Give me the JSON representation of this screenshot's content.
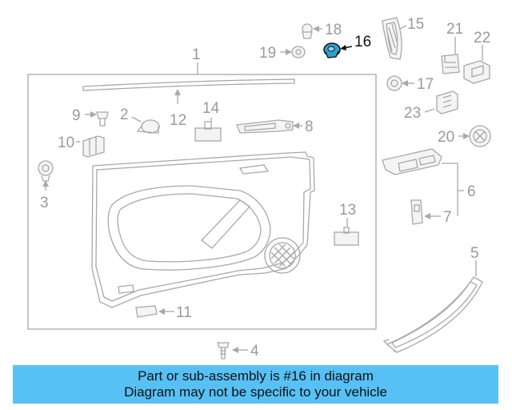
{
  "diagram": {
    "highlight": "16",
    "callouts": [
      "1",
      "2",
      "3",
      "4",
      "5",
      "6",
      "7",
      "8",
      "9",
      "10",
      "11",
      "12",
      "13",
      "14",
      "15",
      "16",
      "17",
      "18",
      "19",
      "20",
      "21",
      "22",
      "23"
    ]
  },
  "banner": {
    "line1": "Part or sub-assembly is #16 in diagram",
    "line2": "Diagram may not be specific to your vehicle"
  },
  "colors": {
    "banner_bg": "#57c1f5",
    "highlight": "#2f9fd0",
    "line": "#a8a8a8",
    "callout_text": "#9a9a9a"
  }
}
